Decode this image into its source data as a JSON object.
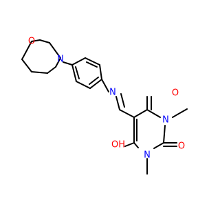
{
  "molecule": {
    "colors": {
      "bond": "#000000",
      "oxygen": "#ff0000",
      "nitrogen": "#0000ff"
    },
    "atoms": {
      "morpholine_o": "O",
      "morpholine_n": "N",
      "imine_n": "N",
      "carbonyl_o_top": "O",
      "n_methyl_right": "N",
      "carbonyl_o_right": "O",
      "n_methyl_bottom": "N",
      "hydroxyl": "OH"
    }
  }
}
